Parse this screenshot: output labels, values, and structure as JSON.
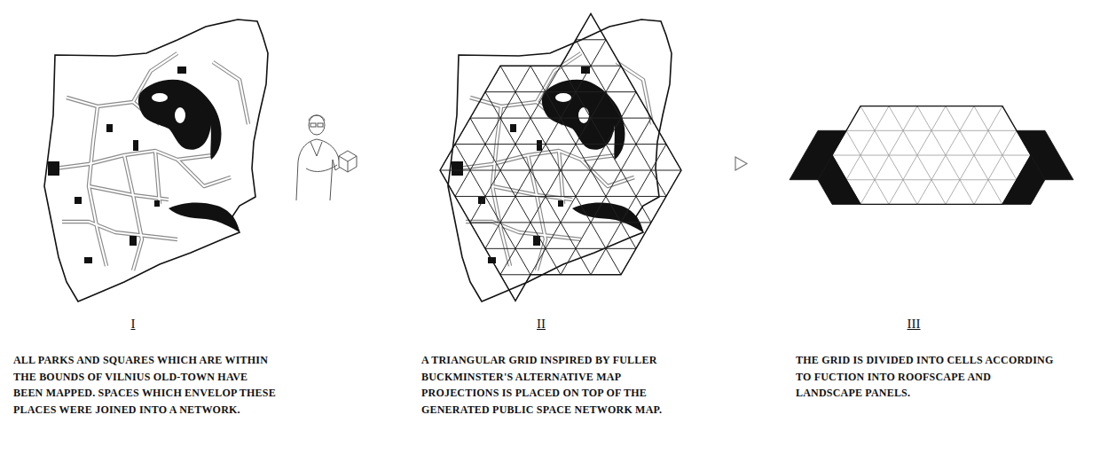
{
  "diagram": {
    "labels": [
      "I",
      "ALL PARKS AND SQUARES WHICH ARE WITHIN THE BOUNDS OF VILNIUS OLD-TOWN HAVE BEEN MAPPED. SPACES WHICH ENVELOP THESE PLACES WERE JOINED INTO A NETWORK.",
      "II",
      "A TRIANGULAR GRID INSPIRED BY FULLER BUCKMINSTER'S ALTERNATIVE MAP PROJECTIONS IS PLACED ON TOP OF THE GENERATED PUBLIC SPACE NETWORK MAP.",
      "III",
      "THE GRID IS DIVIDED INTO CELLS ACCORDING TO FUCTION INTO ROOFSCAPE AND LANDSCAPE PANELS."
    ]
  }
}
